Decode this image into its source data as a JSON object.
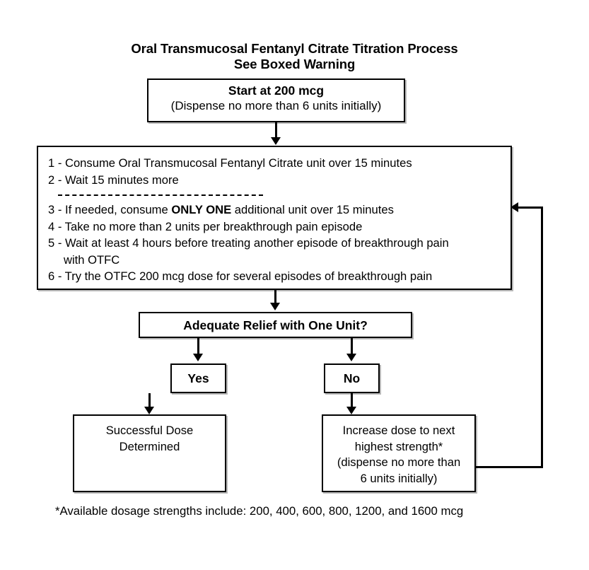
{
  "title": {
    "line1": "Oral Transmucosal Fentanyl Citrate Titration Process",
    "line2": "See Boxed Warning"
  },
  "start_box": {
    "heading": "Start at 200 mcg",
    "subtext": "(Dispense no more than 6 units initially)"
  },
  "steps_box": {
    "steps_before_rule": [
      "1 - Consume Oral Transmucosal Fentanyl Citrate unit over 15 minutes",
      "2 - Wait 15 minutes more"
    ],
    "separator": "dashed-rule",
    "step3": {
      "prefix": "3 - If needed, consume ",
      "emphasis": "ONLY ONE",
      "suffix": " additional unit over 15 minutes"
    },
    "steps_after_rule": [
      "4 - Take no more than 2 units per breakthrough pain episode"
    ],
    "step5": {
      "line1": "5 - Wait at least 4 hours before treating another episode of breakthrough pain",
      "line2": "with OTFC"
    },
    "step6": "6 - Try the OTFC 200 mcg dose for several episodes of breakthrough pain"
  },
  "decision_box": {
    "question": "Adequate Relief with One Unit?"
  },
  "branches": {
    "yes_label": "Yes",
    "no_label": "No"
  },
  "success_box": {
    "line1": "Successful Dose",
    "line2": "Determined"
  },
  "increase_box": {
    "line1": "Increase dose to next",
    "line2": "highest strength*",
    "line3": "(dispense no more than",
    "line4": "6 units initially)"
  },
  "footnote": {
    "text": "*Available dosage strengths include: 200, 400, 600, 800, 1200, and 1600 mcg"
  },
  "colors": {
    "ink": "#000000",
    "page": "#ffffff",
    "shadow": "#b9b9b9"
  },
  "flow": {
    "feedback_loop_label": "return-to-steps-loop"
  }
}
